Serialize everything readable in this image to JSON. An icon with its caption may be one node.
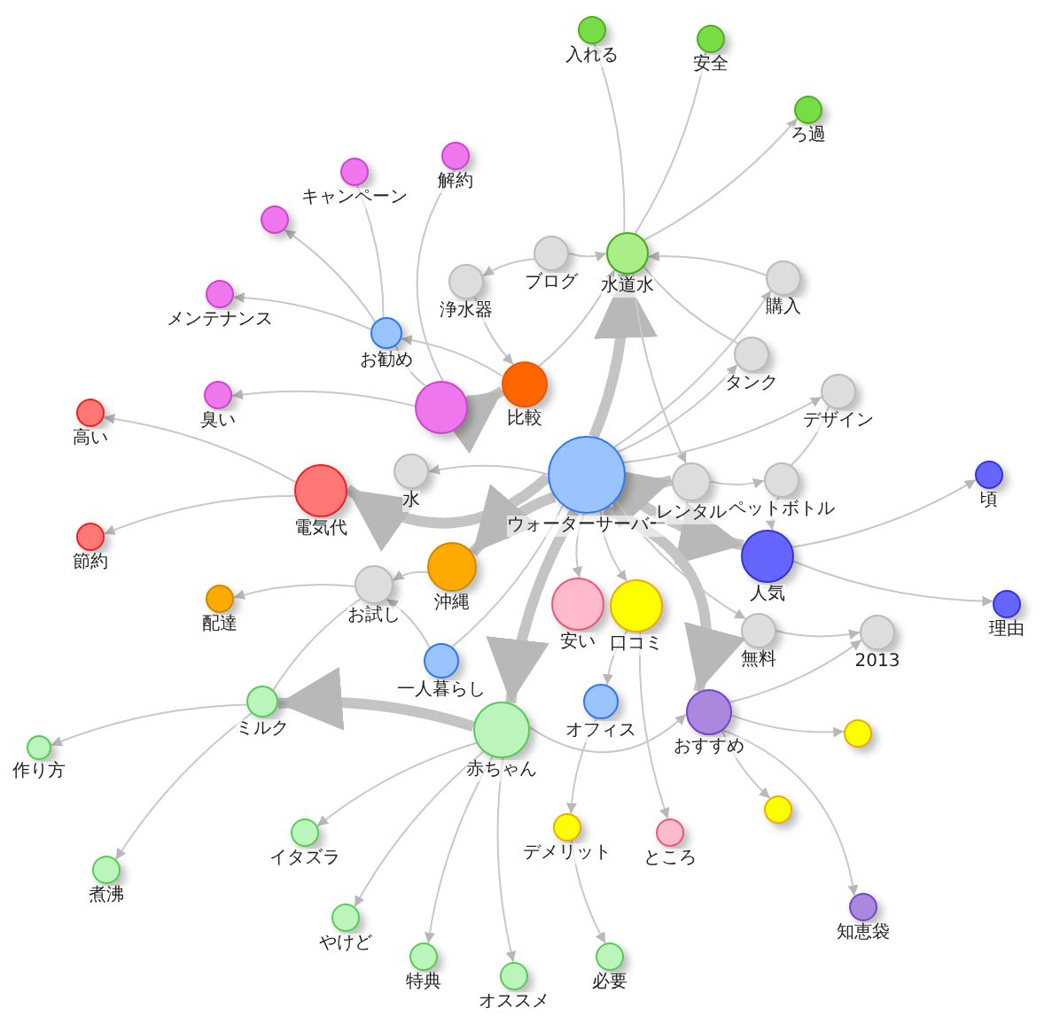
{
  "diagram": {
    "nodes": [
      {
        "text": [
          "入れる"
        ]
      },
      {
        "text": [
          "安全"
        ]
      },
      {
        "text": [
          "ろ過"
        ]
      },
      {
        "text": [
          "キャンペーン"
        ]
      },
      {
        "text": [
          "解約"
        ]
      },
      {
        "text": [],
        "shape": "circle"
      },
      {
        "text": [
          "水道水"
        ]
      },
      {
        "text": [
          "ブログ"
        ]
      },
      {
        "text": [
          "浄水器"
        ]
      },
      {
        "text": [
          "購入"
        ]
      },
      {
        "text": [
          "メンテナンス"
        ]
      },
      {
        "text": [
          "お勧め"
        ]
      },
      {
        "text": [
          "タンク"
        ]
      },
      {
        "text": [
          "デザイン"
        ]
      },
      {
        "text": [
          "臭い"
        ]
      },
      {
        "text": [],
        "shape": "circle"
      },
      {
        "text": [
          "比較"
        ]
      },
      {
        "text": [
          "高い"
        ]
      },
      {
        "text": [
          "水"
        ]
      },
      {
        "text": [
          "ウォーターサーバー"
        ]
      },
      {
        "text": [
          "レンタル"
        ]
      },
      {
        "text": [
          "ペットボトル"
        ]
      },
      {
        "text": [
          "頃"
        ]
      },
      {
        "text": [
          "電気代"
        ]
      },
      {
        "text": [
          "節約"
        ]
      },
      {
        "text": [
          "人気"
        ]
      },
      {
        "text": [
          "沖縄"
        ]
      },
      {
        "text": [
          "お試し"
        ]
      },
      {
        "text": [
          "配達"
        ]
      },
      {
        "text": [
          "安い"
        ]
      },
      {
        "text": [
          "口コミ"
        ]
      },
      {
        "text": [
          "理由"
        ]
      },
      {
        "text": [
          "無料"
        ]
      },
      {
        "text": [
          "2013"
        ]
      },
      {
        "text": [
          "一人暮らし"
        ]
      },
      {
        "text": [
          "ミルク"
        ]
      },
      {
        "text": [
          "オフィス"
        ]
      },
      {
        "text": [
          "おすすめ"
        ]
      },
      {
        "text": [
          "赤ちゃん"
        ]
      },
      {
        "text": [
          "作り方"
        ]
      },
      {
        "text": [],
        "shape": "circle"
      },
      {
        "text": [
          "イタズラ"
        ]
      },
      {
        "text": [
          "デメリット"
        ]
      },
      {
        "text": [],
        "shape": "circle"
      },
      {
        "text": [
          "ところ"
        ]
      },
      {
        "text": [
          "煮沸"
        ]
      },
      {
        "text": [
          "やけど"
        ]
      },
      {
        "text": [
          "知恵袋"
        ]
      },
      {
        "text": [
          "特典"
        ]
      },
      {
        "text": [
          "オススメ"
        ]
      },
      {
        "text": [
          "必要"
        ]
      }
    ],
    "edges": [
      {
        "from": 19,
        "to": 6,
        "arrow": "to",
        "style": "thick"
      },
      {
        "from": 19,
        "to": 23,
        "arrow": "to",
        "style": "thick"
      },
      {
        "from": 19,
        "to": 38,
        "arrow": "to",
        "style": "thick"
      },
      {
        "from": 19,
        "to": 25,
        "arrow": "to",
        "style": "thick"
      },
      {
        "from": 19,
        "to": 37,
        "arrow": "to",
        "style": "thick"
      },
      {
        "from": 19,
        "to": 26,
        "arrow": "to",
        "style": "thick"
      },
      {
        "from": 38,
        "to": 35,
        "arrow": "to",
        "style": "thick"
      },
      {
        "from": 15,
        "to": 16,
        "arrow": "to",
        "style": "thick"
      },
      {
        "from": 19,
        "to": 20,
        "arrow": "to",
        "style": "thick"
      },
      {
        "from": 6,
        "to": 0,
        "arrow": "to"
      },
      {
        "from": 6,
        "to": 1,
        "arrow": "to"
      },
      {
        "from": 6,
        "to": 2,
        "arrow": "to"
      },
      {
        "from": 9,
        "to": 6,
        "arrow": "to"
      },
      {
        "from": 6,
        "to": 20,
        "arrow": "to"
      },
      {
        "from": 7,
        "to": 6,
        "arrow": "to"
      },
      {
        "from": 16,
        "to": 6,
        "arrow": "to"
      },
      {
        "from": 19,
        "to": 9,
        "arrow": "to"
      },
      {
        "from": 19,
        "to": 12,
        "arrow": "to"
      },
      {
        "from": 6,
        "to": 12,
        "arrow": "none"
      },
      {
        "from": 19,
        "to": 13,
        "arrow": "to"
      },
      {
        "from": 20,
        "to": 21,
        "arrow": "to"
      },
      {
        "from": 21,
        "to": 13,
        "arrow": "none"
      },
      {
        "from": 21,
        "to": 25,
        "arrow": "to"
      },
      {
        "from": 25,
        "to": 22,
        "arrow": "to"
      },
      {
        "from": 25,
        "to": 31,
        "arrow": "to"
      },
      {
        "from": 19,
        "to": 32,
        "arrow": "to"
      },
      {
        "from": 32,
        "to": 33,
        "arrow": "to"
      },
      {
        "from": 37,
        "to": 33,
        "arrow": "to"
      },
      {
        "from": 7,
        "to": 8,
        "arrow": "to"
      },
      {
        "from": 15,
        "to": 4,
        "arrow": "none"
      },
      {
        "from": 11,
        "to": 3,
        "arrow": "none"
      },
      {
        "from": 11,
        "to": 5,
        "arrow": "to"
      },
      {
        "from": 11,
        "to": 10,
        "arrow": "to"
      },
      {
        "from": 15,
        "to": 14,
        "arrow": "to"
      },
      {
        "from": 16,
        "to": 11,
        "arrow": "to"
      },
      {
        "from": 19,
        "to": 18,
        "arrow": "to"
      },
      {
        "from": 8,
        "to": 16,
        "arrow": "to"
      },
      {
        "from": 23,
        "to": 17,
        "arrow": "to"
      },
      {
        "from": 23,
        "to": 24,
        "arrow": "to"
      },
      {
        "from": 26,
        "to": 27,
        "arrow": "to"
      },
      {
        "from": 27,
        "to": 28,
        "arrow": "to"
      },
      {
        "from": 34,
        "to": 27,
        "arrow": "to"
      },
      {
        "from": 27,
        "to": 35,
        "arrow": "none"
      },
      {
        "from": 35,
        "to": 39,
        "arrow": "to"
      },
      {
        "from": 35,
        "to": 45,
        "arrow": "to"
      },
      {
        "from": 38,
        "to": 41,
        "arrow": "to"
      },
      {
        "from": 38,
        "to": 46,
        "arrow": "to"
      },
      {
        "from": 38,
        "to": 48,
        "arrow": "to"
      },
      {
        "from": 38,
        "to": 49,
        "arrow": "to"
      },
      {
        "from": 36,
        "to": 42,
        "arrow": "to"
      },
      {
        "from": 42,
        "to": 50,
        "arrow": "to"
      },
      {
        "from": 30,
        "to": 44,
        "arrow": "to"
      },
      {
        "from": 37,
        "to": 40,
        "arrow": "to"
      },
      {
        "from": 37,
        "to": 43,
        "arrow": "to"
      },
      {
        "from": 37,
        "to": 47,
        "arrow": "to"
      },
      {
        "from": 30,
        "to": 36,
        "arrow": "to"
      },
      {
        "from": 38,
        "to": 37,
        "arrow": "to"
      },
      {
        "from": 34,
        "to": 19,
        "arrow": "none"
      },
      {
        "from": 19,
        "to": 29,
        "arrow": "to"
      },
      {
        "from": 19,
        "to": 30,
        "arrow": "to"
      },
      {
        "from": 11,
        "to": 15,
        "arrow": "none"
      }
    ]
  }
}
